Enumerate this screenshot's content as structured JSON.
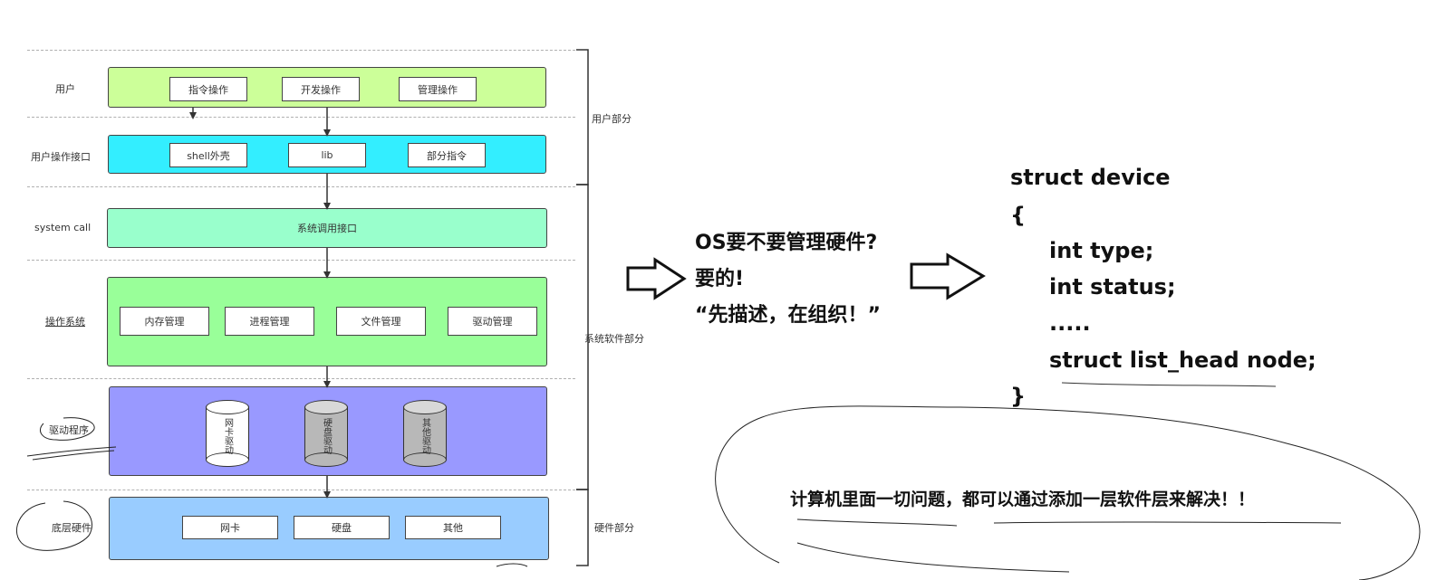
{
  "left_diagram": {
    "layers": [
      {
        "label": "用户",
        "chips": [
          "指令操作",
          "开发操作",
          "管理操作"
        ],
        "color": "#ccff99"
      },
      {
        "label": "用户操作接口",
        "chips": [
          "shell外壳",
          "lib",
          "部分指令"
        ],
        "color": "#33eeff"
      },
      {
        "label": "system call",
        "chips": [
          "系统调用接口"
        ],
        "color": "#99ffcc"
      },
      {
        "label": "操作系统",
        "chips": [
          "内存管理",
          "进程管理",
          "文件管理",
          "驱动管理"
        ],
        "color": "#99ff99"
      },
      {
        "label": "驱动程序",
        "cylinders": [
          "网卡驱动",
          "硬盘驱动",
          "其他驱动"
        ],
        "color": "#9999ff"
      },
      {
        "label": "底层硬件",
        "chips": [
          "网卡",
          "硬盘",
          "其他"
        ],
        "color": "#99ccff"
      }
    ],
    "brackets": [
      "用户部分",
      "系统软件部分",
      "硬件部分"
    ]
  },
  "middle": {
    "question": "OS要不要管理硬件?",
    "answer": "要的!",
    "quote": "“先描述，在组织！”"
  },
  "code": {
    "lines": [
      "struct device",
      "{",
      "int type;",
      "int status;",
      ".....",
      "struct list_head node;",
      "}"
    ]
  },
  "note": "计算机里面一切问题，都可以通过添加一层软件层来解决！！",
  "colors": {
    "user": "#ccff99",
    "interface": "#33eeff",
    "syscall": "#99ffcc",
    "os": "#99ff99",
    "driver": "#9999ff",
    "hardware": "#99ccff"
  }
}
